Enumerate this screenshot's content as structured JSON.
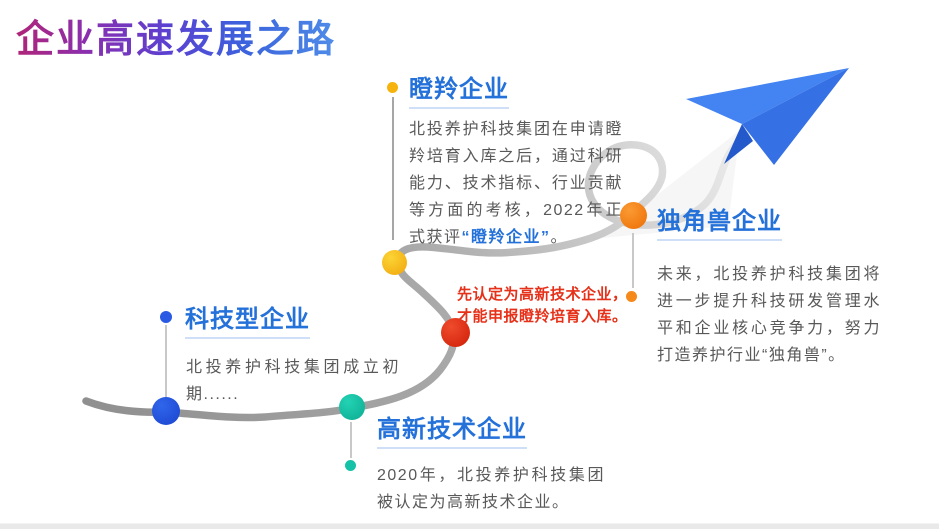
{
  "slide": {
    "title": "企业高速发展之路"
  },
  "milestones": {
    "tech": {
      "title": "科技型企业",
      "body": "北投养护科技集团成立初期......"
    },
    "hightech": {
      "title": "高新技术企业",
      "body": "2020年，北投养护科技集团被认定为高新技术企业。"
    },
    "gazelle": {
      "title": "瞪羚企业",
      "body_prefix": "北投养护科技集团在申请瞪羚培育入库之后，通过科研能力、技术指标、行业贡献等方面的考核，2022年正式获评",
      "body_highlight": "“瞪羚企业”",
      "body_suffix": "。"
    },
    "unicorn": {
      "title": "独角兽企业",
      "body": "未来，北投养护科技集团将进一步提升科技研发管理水平和企业核心竞争力，努力打造养护行业“独角兽”。"
    }
  },
  "note": {
    "line1": "先认定为高新技术企业，",
    "line2": "才能申报瞪羚培育入库。"
  },
  "colors": {
    "title_gradient_start": "#b02478",
    "title_gradient_end": "#4f8ce8",
    "heading_blue": "#2471da",
    "body_gray": "#595959",
    "note_red": "#e6311a",
    "road_gray": "#8f8f8f",
    "tech_dot": "#1d4fdd",
    "hightech_dot": "#12c0a4",
    "gazelle_dot": "#f5b90f",
    "unicorn_dot": "#f57d0d",
    "note_dot": "#da2408",
    "plane_blue": "#3570e4"
  }
}
